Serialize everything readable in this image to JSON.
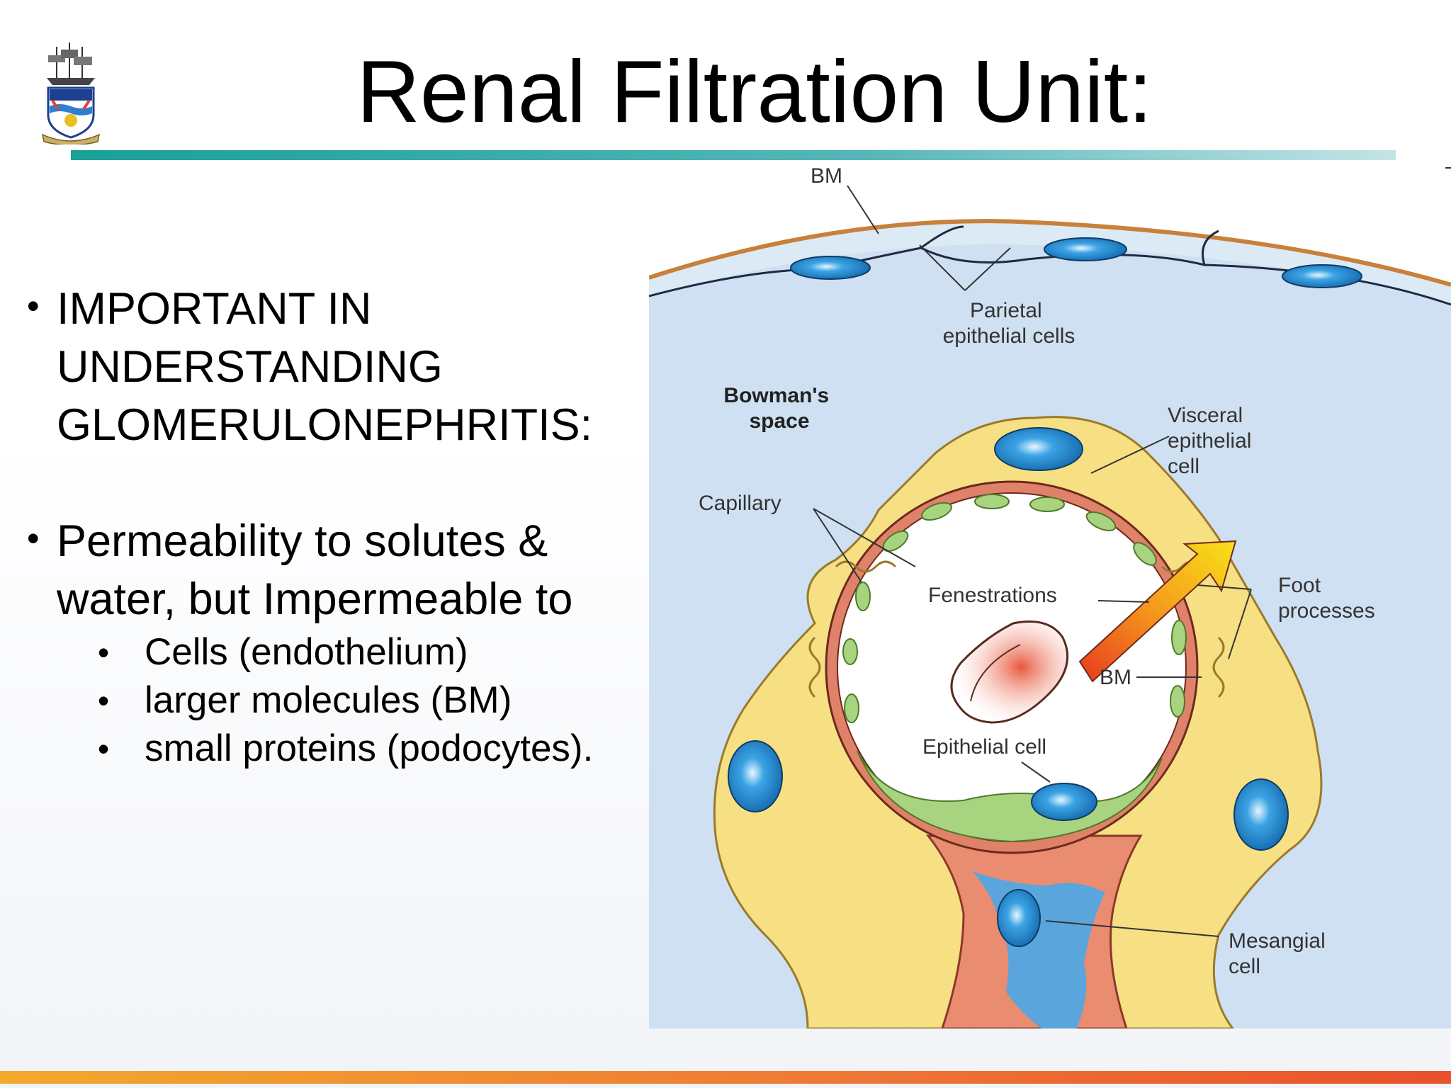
{
  "slide": {
    "title": "Renal Filtration Unit:",
    "bullets": [
      "IMPORTANT IN UNDERSTANDING GLOMERULONEPHRITIS:",
      "Permeability to solutes & water, but Impermeable to"
    ],
    "sub_bullets": [
      "Cells (endothelium)",
      "larger molecules (BM)",
      "small proteins (podocytes)."
    ]
  },
  "diagram": {
    "labels": {
      "bm_top": "BM",
      "parietal": [
        "Parietal",
        "epithelial cells"
      ],
      "bowman": [
        "Bowman's",
        "space"
      ],
      "visceral": [
        "Visceral",
        "epithelial",
        "cell"
      ],
      "capillary": "Capillary",
      "fenestrations": "Fenestrations",
      "foot": [
        "Foot",
        "processes"
      ],
      "bm_inner": "BM",
      "epithelial_cell": "Epithelial cell",
      "mesangial": [
        "Mesangial",
        "cell"
      ]
    },
    "colors": {
      "bowman_space": "#cfe0f2",
      "parietal_line": "#c8803a",
      "podocyte": "#f7df84",
      "capillary_wall": "#e0826a",
      "nucleus": "#1a86cf",
      "endothelium": "#a8d37f",
      "mesangium": "#ea8c70",
      "arrow_start": "#e83a1f",
      "arrow_end": "#f7e21a"
    }
  }
}
